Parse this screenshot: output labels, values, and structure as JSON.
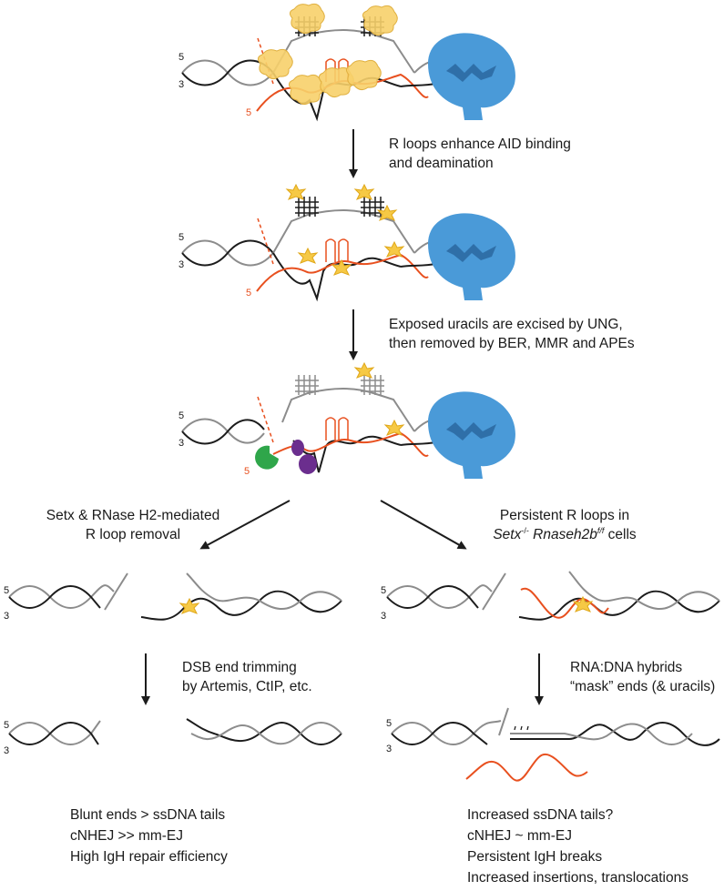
{
  "colors": {
    "dna_dark": "#1c1c1c",
    "dna_light": "#8c8c8c",
    "rna": "#e8501f",
    "polymerase": "#4a9ad8",
    "polymerase_dark": "#2f6fa8",
    "aid": "#f7d06a",
    "star": "#f6c945",
    "ung": "#2fa64a",
    "repair": "#6b2e8e"
  },
  "strand_labels": {
    "five": "5",
    "three": "3"
  },
  "steps": {
    "step1_line1": "R loops enhance AID binding",
    "step1_line2": "and deamination",
    "step2_line1": "Exposed uracils are excised by UNG,",
    "step2_line2": "then removed by BER, MMR and APEs"
  },
  "branches": {
    "left_line1": "Setx & RNase H2-mediated",
    "left_line2": "R loop removal",
    "right_part1": "Persistent R loops in",
    "right_part2": "Setx",
    "right_sup1": "-/-",
    "right_part3": " Rnaseh2b",
    "right_sup2": "f/f",
    "right_part4": " cells"
  },
  "processing": {
    "left_line1": "DSB end trimming",
    "left_line2": "by Artemis, CtIP, etc.",
    "right_line1": "RNA:DNA hybrids",
    "right_line2": "“mask” ends (& uracils)"
  },
  "outcomes": {
    "left": [
      "Blunt ends > ssDNA tails",
      "cNHEJ >> mm-EJ",
      "High IgH repair efficiency"
    ],
    "right": [
      "Increased ssDNA tails?",
      "cNHEJ ~ mm-EJ",
      "Persistent IgH breaks",
      "Increased insertions, translocations"
    ]
  }
}
